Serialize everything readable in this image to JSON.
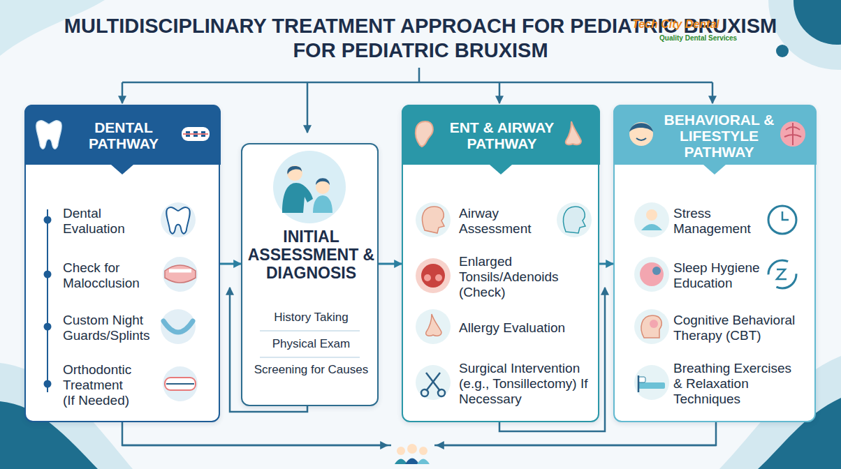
{
  "diagram": {
    "title": "MULTIDISCIPLINARY TREATMENT APPROACH FOR PEDIATRIC BRUXISM FOR PEDIATRIC BRUXISM",
    "nodes": [
      {
        "text": [
          "DENTAL PATHWAY",
          "Dental Evaluation",
          "Check for Malocclusion",
          "Custom Night Guards/Splints",
          "Orthodontic Treatment (If Needed)"
        ]
      },
      {
        "text": [
          "INITIAL ASSESSMENT & DIAGNOSIS",
          "History Taking",
          "Physical Exam",
          "Screening for Causes"
        ]
      },
      {
        "text": [
          "ENT & AIRWAY PATHWAY",
          "Airway Assessment",
          "Enlarged Tonsils/Adenoids (Check)",
          "Allergy Evaluation",
          "Surgical Intervention (e.g., Tonsillectomy) If Necessary"
        ]
      },
      {
        "text": [
          "BEHAVIORAL & LIFESTYLE PATHWAY",
          "Stress Management",
          "Sleep Hygiene Education",
          "Cognitive Behavioral Therapy (CBT)",
          "Breathing Exercises & Relaxation Techniques"
        ]
      }
    ],
    "edges": [
      {
        "from": 0,
        "to": 1,
        "arrow": "to"
      },
      {
        "from": 1,
        "to": 2,
        "arrow": "to"
      },
      {
        "from": 2,
        "to": 3,
        "arrow": "to"
      }
    ],
    "labels": [
      "Tech City Dental",
      "Quality Dental Services"
    ]
  }
}
